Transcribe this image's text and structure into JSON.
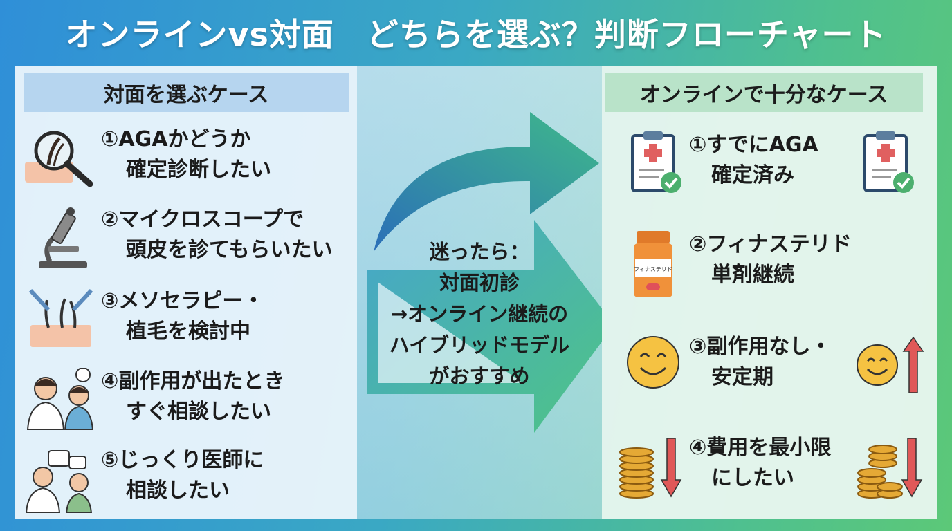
{
  "title": "オンラインvs対面　どちらを選ぶ？判断フローチャート",
  "left": {
    "header": "対面を選ぶケース",
    "items": [
      {
        "line1": "①AGAかどうか",
        "line2": "確定診断したい",
        "icon": "magnifier-scalp-icon"
      },
      {
        "line1": "②マイクロスコープで",
        "line2": "頭皮を診てもらいたい",
        "icon": "microscope-icon"
      },
      {
        "line1": "③メソセラピー・",
        "line2": "植毛を検討中",
        "icon": "syringe-scalp-icon"
      },
      {
        "line1": "④副作用が出たとき",
        "line2": "すぐ相談したい",
        "icon": "doctor-consult-icon"
      },
      {
        "line1": "⑤じっくり医師に",
        "line2": "相談したい",
        "icon": "doctor-chat-icon"
      }
    ]
  },
  "center": {
    "lines": [
      "迷ったら：",
      "対面初診",
      "→オンライン継続の",
      "ハイブリッドモデル",
      "がおすすめ"
    ]
  },
  "right": {
    "header": "オンラインで十分なケース",
    "items": [
      {
        "line1": "①すでにAGA",
        "line2": "確定済み",
        "icon": "clipboard-check-icon"
      },
      {
        "line1": "②フィナステリド",
        "line2": "単剤継続",
        "icon": "pill-bottle-icon",
        "bottle_label": "フィナステリド"
      },
      {
        "line1": "③副作用なし・",
        "line2": "安定期",
        "icon": "smiley-icon"
      },
      {
        "line1": "④費用を最小限",
        "line2": "にしたい",
        "icon": "coins-down-icon"
      }
    ]
  },
  "colors": {
    "background_left": "#2f8fd8",
    "background_right": "#5cc878",
    "left_header": "#b6d5ef",
    "right_header": "#b9e3c9",
    "arrow_blue": "#2b7fc4",
    "arrow_green": "#45c07a",
    "down_arrow": "#e05858"
  }
}
